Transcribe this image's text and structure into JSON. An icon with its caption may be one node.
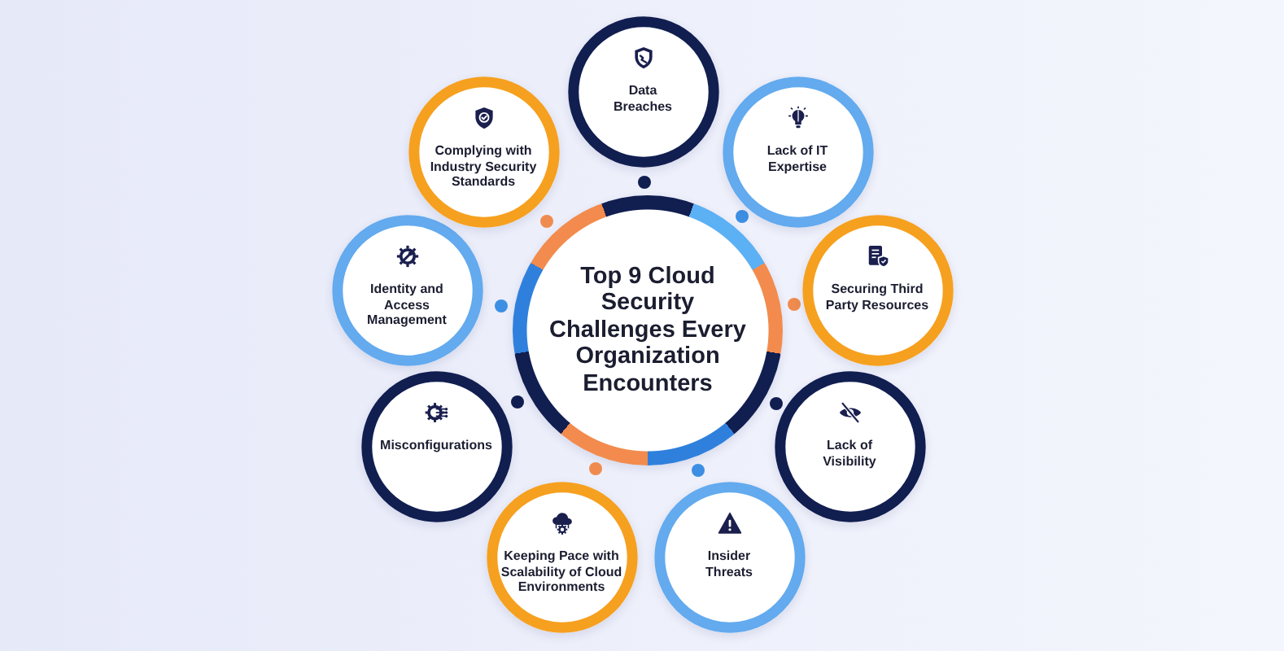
{
  "diagram": {
    "nodes": [
      {
        "text": [
          "Top 9 Cloud Security Challenges Every Organization Encounters"
        ]
      },
      {
        "text": [
          "Data Breaches"
        ]
      },
      {
        "text": [
          "Lack of IT Expertise"
        ]
      },
      {
        "text": [
          "Securing Third Party Resources"
        ]
      },
      {
        "text": [
          "Lack of Visibility"
        ]
      },
      {
        "text": [
          "Insider Threats"
        ]
      },
      {
        "text": [
          "Keeping Pace with Scalability of Cloud Environments"
        ]
      },
      {
        "text": [
          "Misconfigurations"
        ]
      },
      {
        "text": [
          "Identity and Access Management"
        ]
      },
      {
        "text": [
          "Complying with Industry Security Standards"
        ]
      }
    ]
  }
}
